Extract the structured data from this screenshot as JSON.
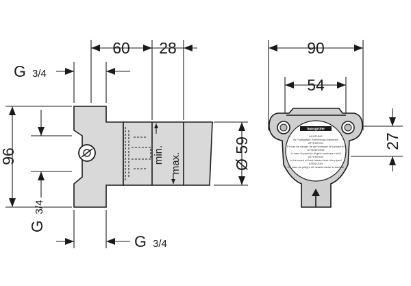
{
  "side_view": {
    "dim_width_60": "60",
    "dim_width_28": "28",
    "dim_height_96": "96",
    "dim_diameter_59": "Ø 59",
    "label_min": "min.",
    "label_max": "max.",
    "thread_top": {
      "letter": "G",
      "fraction": "3/4"
    },
    "thread_left": {
      "letter": "G",
      "fraction": "3/4"
    },
    "thread_bottom": {
      "letter": "G",
      "fraction": "3/4"
    }
  },
  "front_view": {
    "dim_width_90": "90",
    "dim_width_54": "54",
    "dim_height_27": "27",
    "brand": "hansgrohe",
    "label_lines": [
      "ACHTUNG",
      "Im Frostgefahr Rohrleitung entleeren!",
      "ATTENTION",
      "En cas de danger de gel vidanger la tuyauterie!",
      "ATTENZIONE",
      "In caso di pericolo di gelo scaricare i tubi!",
      "ATTENTION",
      "In the event of frost hazard drain the pipes!",
      "ATENCION",
      "En caso de peligro de helada vaciar la tuberia!"
    ]
  }
}
